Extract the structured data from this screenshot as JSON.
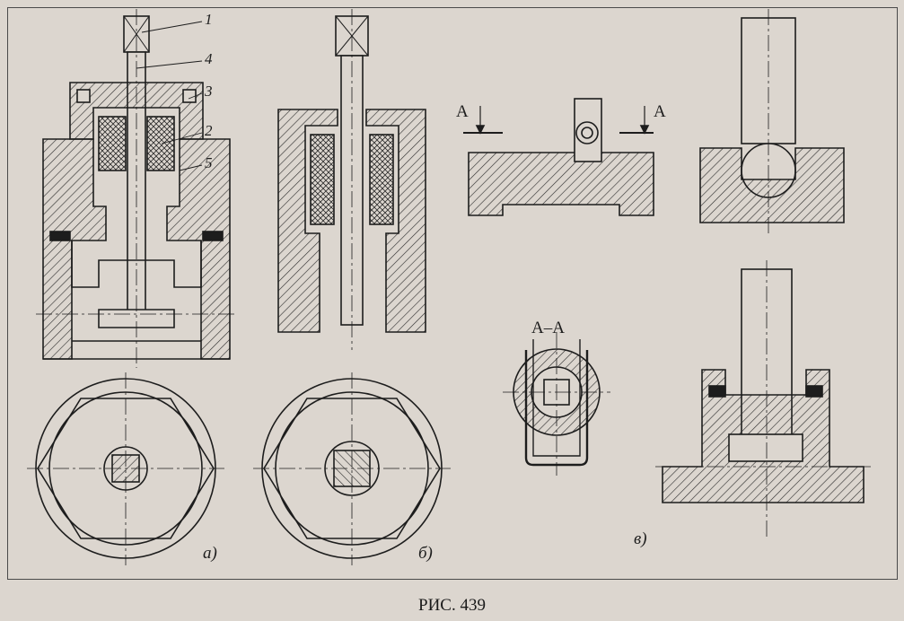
{
  "figure": {
    "caption": "РИС. 439",
    "views": {
      "a": "а)",
      "b": "б)",
      "v": "в)"
    },
    "leaders": [
      "1",
      "4",
      "3",
      "2",
      "5"
    ],
    "section_marks": {
      "left": "А",
      "right": "А",
      "section_title": "А–А"
    }
  },
  "colors": {
    "ink": "#1d1d1d",
    "paper": "#dcd6cf",
    "hatch": "#2a2a2a"
  }
}
